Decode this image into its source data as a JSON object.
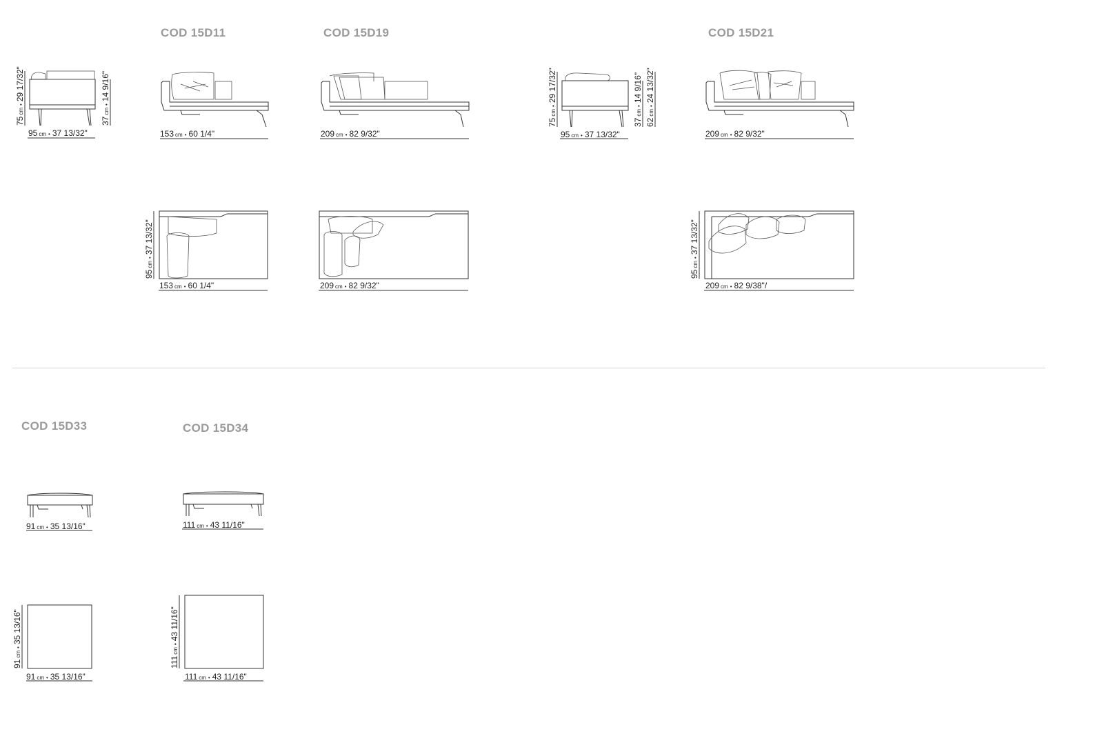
{
  "codes": {
    "c1": "COD 15D11",
    "c2": "COD 15D19",
    "c3": "COD 15D21",
    "c4": "COD 15D33",
    "c5": "COD 15D34"
  },
  "dims": {
    "a_w": "95",
    "a_wi": "37 13/32\"",
    "a_h": "75",
    "a_hi": "29 17/32\"",
    "a_s": "37",
    "a_si": "14 9/16\"",
    "b_w": "153",
    "b_wi": "60 1/4\"",
    "c_w": "209",
    "c_wi": "82 9/32\"",
    "d_w": "95",
    "d_wi": "37 13/32\"",
    "d_h": "75",
    "d_hi": "29 17/32\"",
    "d_s": "37",
    "d_si": "14 9/16\"",
    "d_a": "62",
    "d_ai": "24 13/32\"",
    "e_w": "209",
    "e_wi": "82 9/32\"",
    "f_w": "153",
    "f_wi": "60 1/4\"",
    "f_d": "95",
    "f_di": "37 13/32\"",
    "g_w": "209",
    "g_wi": "82 9/32\"",
    "h_w": "209",
    "h_wi": "82 9/38\"/",
    "h_d": "95",
    "h_di": "37 13/32\"",
    "i_w": "91",
    "i_wi": "35 13/16\"",
    "j_w": "111",
    "j_wi": "43 11/16\"",
    "k_w": "91",
    "k_wi": "35 13/16\"",
    "k_d": "91",
    "k_di": "35 13/16\"",
    "l_w": "111",
    "l_wi": "43 11/16\"",
    "l_d": "111",
    "l_di": "43 11/16\""
  },
  "unit": "cm",
  "colors": {
    "code_label": "#9a9a9a",
    "line": "#333333",
    "separator": "#d6d6d6"
  }
}
